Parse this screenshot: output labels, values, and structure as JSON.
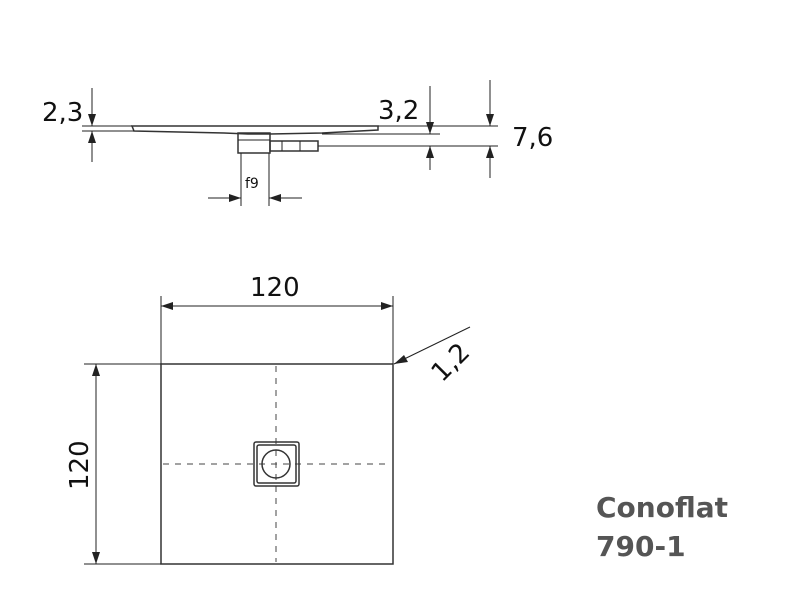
{
  "side_view": {
    "dim_left": "2,3",
    "dim_mid": "3,2",
    "dim_right": "7,6",
    "dim_drain": "f9"
  },
  "plan_view": {
    "width": "120",
    "height": "120",
    "corner": "1,2"
  },
  "model": {
    "name": "Conoflat",
    "number": "790-1"
  }
}
